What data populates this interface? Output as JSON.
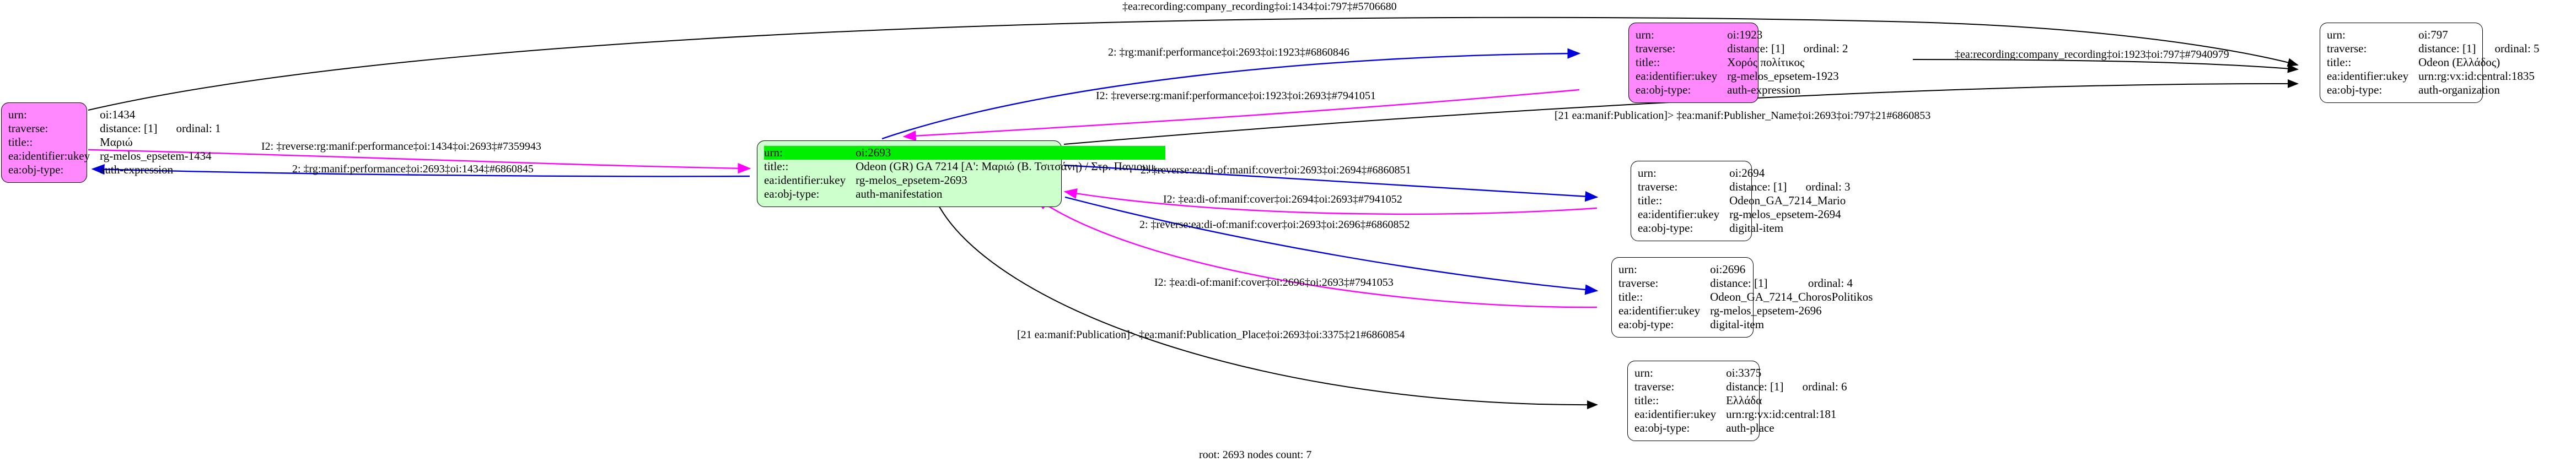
{
  "graph": {
    "caption": "root: 2693 nodes count: 7",
    "colors": {
      "node_highlight_fill": "#00ee00",
      "node_root_fill": "#ccffcc",
      "node_expression_fill": "#ff88ff",
      "node_plain_fill": "#ffffff",
      "edge_forward": "#0000dd",
      "edge_reverse": "#ff00ff",
      "edge_plain": "#000000"
    },
    "field_keys": {
      "urn": "urn:",
      "traverse": "traverse:",
      "title": "title::",
      "ukey": "ea:identifier:ukey",
      "objtype": "ea:obj-type:"
    }
  },
  "nodes": [
    {
      "id": "oi1434",
      "fill": "magenta",
      "urn": "oi:1434",
      "traverse_distance": "distance: [1]",
      "traverse_ordinal": "ordinal: 1",
      "title": "Μαριώ",
      "ukey": "rg-melos_epsetem-1434",
      "objtype": "auth-expression"
    },
    {
      "id": "oi2693",
      "fill": "green",
      "urn": "oi:2693",
      "traverse_distance": "",
      "traverse_ordinal": "",
      "title": "Odeon (GR) GA 7214 [Α': Μαριώ (Β. Τσιτσάνη) / Στρ. Παγιουμ...",
      "ukey": "rg-melos_epsetem-2693",
      "objtype": "auth-manifestation"
    },
    {
      "id": "oi1923",
      "fill": "magenta",
      "urn": "oi:1923",
      "traverse_distance": "distance: [1]",
      "traverse_ordinal": "ordinal: 2",
      "title": "Χορός πολίτικος",
      "ukey": "rg-melos_epsetem-1923",
      "objtype": "auth-expression"
    },
    {
      "id": "oi797",
      "fill": "white",
      "urn": "oi:797",
      "traverse_distance": "distance: [1]",
      "traverse_ordinal": "ordinal: 5",
      "title": "Odeon (Ελλάδος)",
      "ukey": "urn:rg:vx:id:central:1835",
      "objtype": "auth-organization"
    },
    {
      "id": "oi2694",
      "fill": "white",
      "urn": "oi:2694",
      "traverse_distance": "distance: [1]",
      "traverse_ordinal": "ordinal: 3",
      "title": "Odeon_GA_7214_Mario",
      "ukey": "rg-melos_epsetem-2694",
      "objtype": "digital-item"
    },
    {
      "id": "oi2696",
      "fill": "white",
      "urn": "oi:2696",
      "traverse_distance": "distance: [1]",
      "traverse_ordinal": "ordinal: 4",
      "title": "Odeon_GA_7214_ChorosPolitikos",
      "ukey": "rg-melos_epsetem-2696",
      "objtype": "digital-item"
    },
    {
      "id": "oi3375",
      "fill": "white",
      "urn": "oi:3375",
      "traverse_distance": "distance: [1]",
      "traverse_ordinal": "ordinal: 6",
      "title": "Ελλάδα",
      "ukey": "urn:rg:vx:id:central:181",
      "objtype": "auth-place"
    }
  ],
  "edge_labels": {
    "e1": "‡ea:recording:company_recording‡oi:1434‡oi:797‡#5706680",
    "e2": "2: ‡rg:manif:performance‡oi:2693‡oi:1923‡#6860846",
    "e3": "I2: ‡reverse:rg:manif:performance‡oi:1923‡oi:2693‡#7941051",
    "e4": "‡ea:recording:company_recording‡oi:1923‡oi:797‡#7940979",
    "e5": "[21 ea:manif:Publication]> ‡ea:manif:Publisher_Name‡oi:2693‡oi:797‡21#6860853",
    "e6": "I2: ‡reverse:rg:manif:performance‡oi:1434‡oi:2693‡#7359943",
    "e7": "2: ‡rg:manif:performance‡oi:2693‡oi:1434‡#6860845",
    "e8": "2: ‡reverse:ea:di-of:manif:cover‡oi:2693‡oi:2694‡#6860851",
    "e9": "I2: ‡ea:di-of:manif:cover‡oi:2694‡oi:2693‡#7941052",
    "e10": "2: ‡reverse:ea:di-of:manif:cover‡oi:2693‡oi:2696‡#6860852",
    "e11": "I2: ‡ea:di-of:manif:cover‡oi:2696‡oi:2693‡#7941053",
    "e12": "[21 ea:manif:Publication]> ‡ea:manif:Publication_Place‡oi:2693‡oi:3375‡21#6860854"
  }
}
